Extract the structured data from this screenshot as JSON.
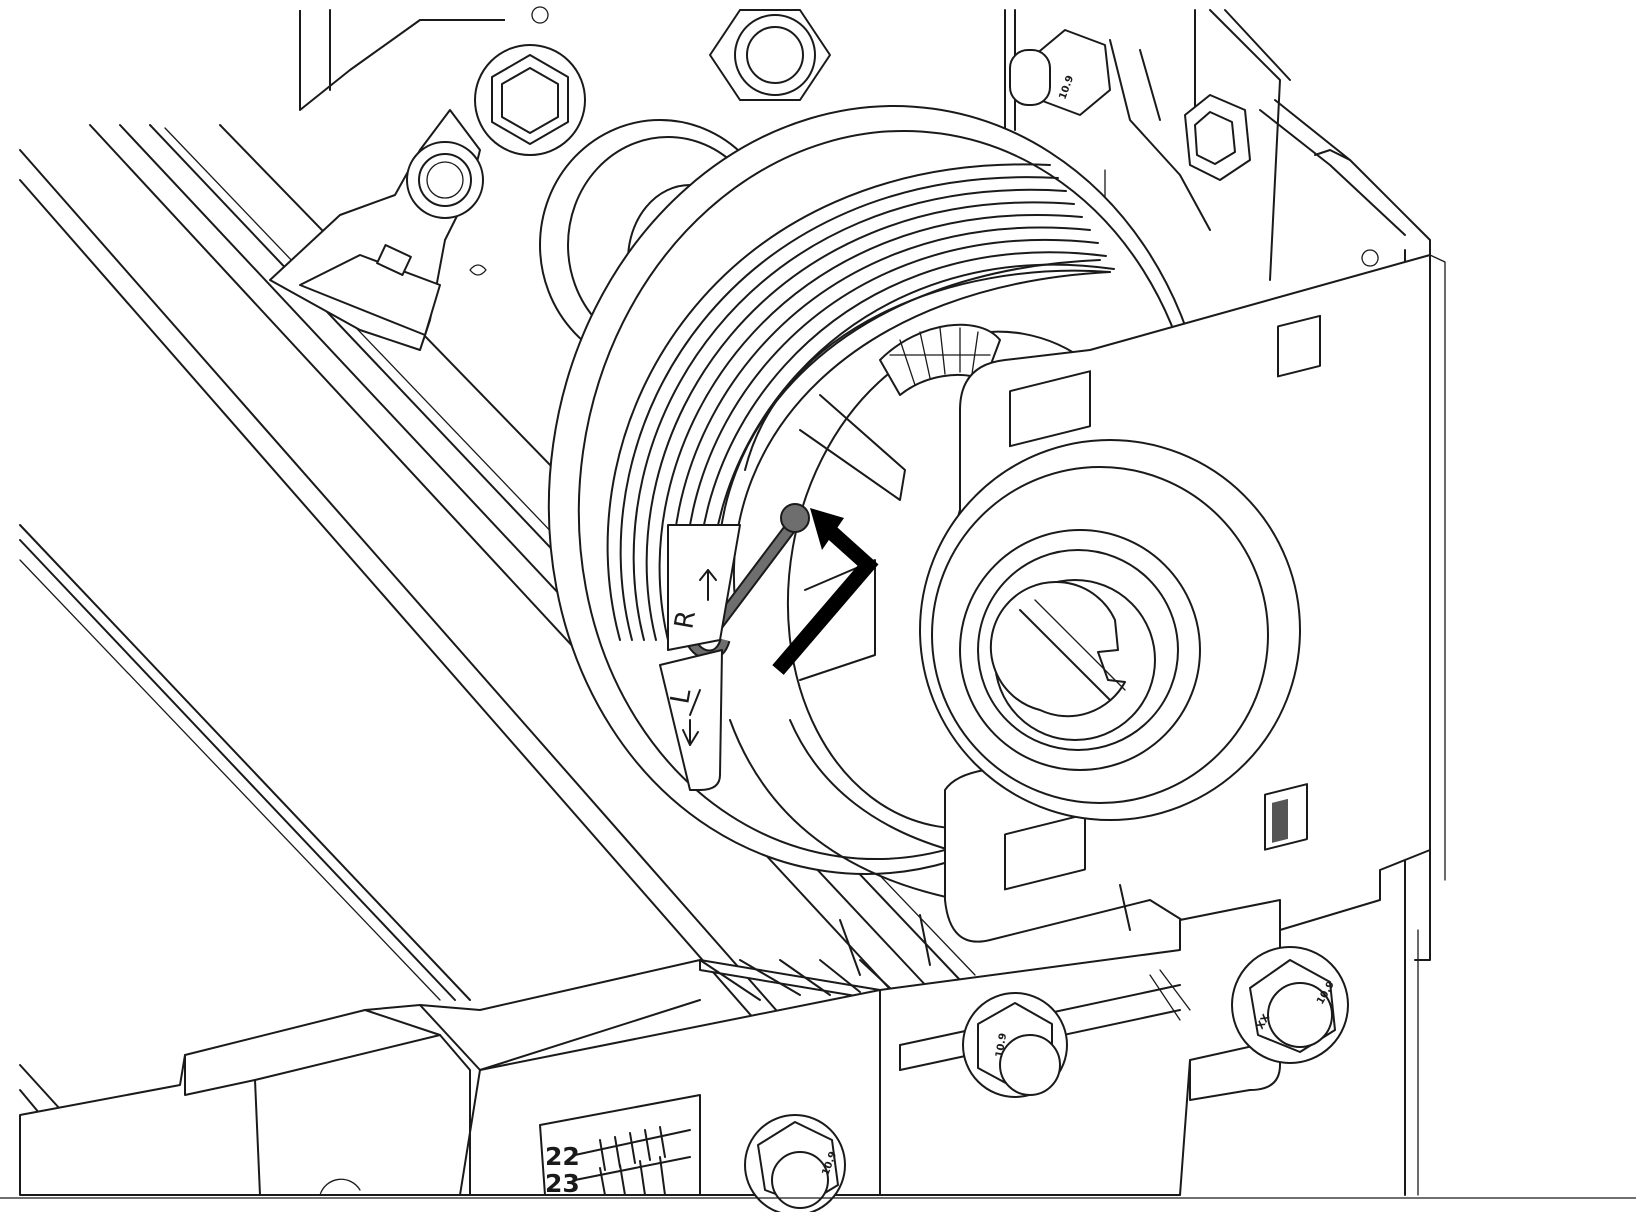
{
  "diagram": {
    "markings": {
      "right_label": "R",
      "left_label": "L",
      "scale_top_number": "22",
      "scale_bottom_number": "23"
    },
    "bolt_codes": [
      "10.9",
      "10.9",
      "10.9",
      "10.9"
    ],
    "nut_stamp": "XX",
    "colors": {
      "line": "#1a1a1a",
      "cable": "#6e6e6e",
      "arrow": "#000000",
      "background": "#ffffff"
    }
  }
}
